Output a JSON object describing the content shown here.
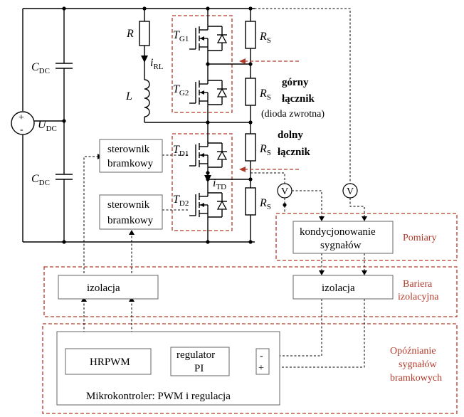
{
  "symbols": {
    "R": "R",
    "L": "L",
    "i": "i",
    "RL": "RL",
    "TD": "TD",
    "C": "C",
    "DC": "DC",
    "U": "U",
    "T": "T",
    "G1": "G1",
    "G2": "G2",
    "D1": "D1",
    "D2": "D2",
    "S": "S",
    "V": "V",
    "plus": "+",
    "minus": "-"
  },
  "labels": {
    "high_side_1": "górny",
    "high_side_2": "łącznik",
    "freewheel": "(dioda zwrotna)",
    "low_side_1": "dolny",
    "low_side_2": "łącznik"
  },
  "blocks": {
    "gate_driver_top_1": "sterownik",
    "gate_driver_top_2": "bramkowy",
    "gate_driver_bottom_1": "sterownik",
    "gate_driver_bottom_2": "bramkowy",
    "conditioning_1": "kondycjonowanie",
    "conditioning_2": "sygnałów",
    "isolation_left": "izolacja",
    "isolation_right": "izolacja",
    "hrpwm": "HRPWM",
    "regulator_1": "regulator",
    "regulator_2": "PI",
    "microcontroller": "Mikrokontroler: PWM i regulacja"
  },
  "regions": {
    "measurements": "Pomiary",
    "barrier_1": "Bariera",
    "barrier_2": "izolacyjna",
    "delay_1": "Opóźnianie",
    "delay_2": "sygnałów",
    "delay_3": "bramkowych"
  },
  "colors": {
    "region_outline": "#b23a2a",
    "wire": "#000000"
  }
}
